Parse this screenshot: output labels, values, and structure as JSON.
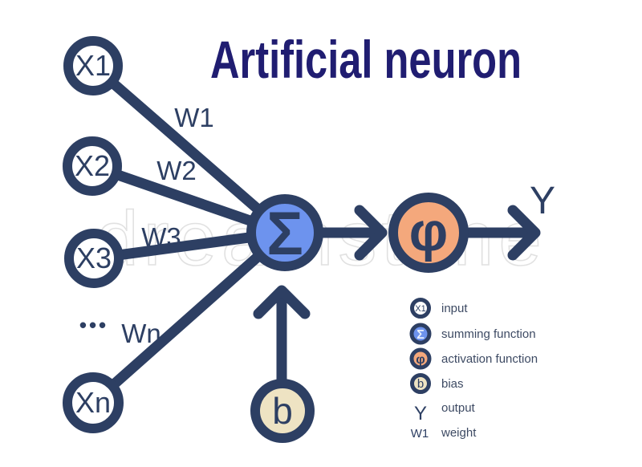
{
  "title": "Artificial neuron",
  "watermark": "dreamstime",
  "nodes": {
    "inputs": [
      {
        "id": "x1",
        "label": "X1"
      },
      {
        "id": "x2",
        "label": "X2"
      },
      {
        "id": "x3",
        "label": "X3"
      },
      {
        "id": "xn",
        "label": "Xn"
      }
    ],
    "ellipsis": "•••",
    "summing": {
      "label": "Σ"
    },
    "activation": {
      "label": "φ"
    },
    "bias": {
      "label": "b"
    },
    "output": {
      "label": "Y"
    }
  },
  "weights": [
    "W1",
    "W2",
    "W3",
    "Wn"
  ],
  "legend": {
    "items": [
      {
        "symbol": "X1",
        "label": "input"
      },
      {
        "symbol": "Σ",
        "label": "summing function"
      },
      {
        "symbol": "φ",
        "label": "activation function"
      },
      {
        "symbol": "b",
        "label": "bias"
      },
      {
        "symbol": "Y",
        "label": "output"
      },
      {
        "symbol": "W1",
        "label": "weight"
      }
    ]
  },
  "colors": {
    "navy_stroke": "#2d3f63",
    "title_navy": "#201d71",
    "summing_fill": "#6d93ee",
    "activation_fill": "#f4a87c",
    "bias_fill": "#eee3c3",
    "legend_text": "#3d4a63",
    "background": "#ffffff"
  }
}
